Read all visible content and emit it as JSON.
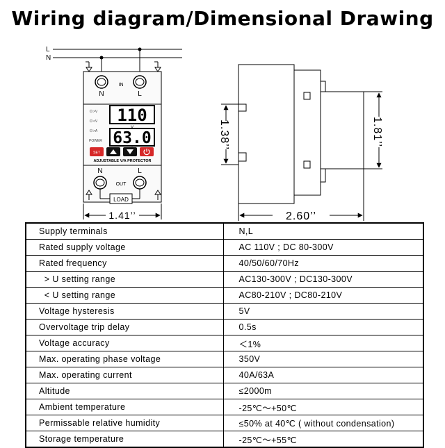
{
  "title": "Wiring diagram/Dimensional Drawing",
  "wiring": {
    "line_labels": [
      "L",
      "N"
    ],
    "in_terminals": [
      "N",
      "L"
    ],
    "in_label": "IN",
    "display_voltage": "110",
    "voltage_unit": "V",
    "display_current": "63.0",
    "current_unit": "A",
    "indicators": [
      ">V",
      "<V",
      ">A",
      "POWER"
    ],
    "set_button": "SET",
    "product_label": "ADJUSTABLE V/A PROTECTOR",
    "out_terminals": [
      "N",
      "L"
    ],
    "out_label": "OUT",
    "load_label": "LOAD",
    "width_label": "1.41’’"
  },
  "dimensions": {
    "height_small": "1.38’’",
    "height_large": "1.81’’",
    "depth": "2.60’’"
  },
  "specs": [
    {
      "label": "Supply terminals",
      "value": "N,L"
    },
    {
      "label": "Rated supply voltage",
      "value": "AC 110V ; DC  80-300V"
    },
    {
      "label": "Rated frequency",
      "value": "40/50/60/70Hz"
    },
    {
      "label": "  > U setting range",
      "value": "AC130-300V ; DC130-300V"
    },
    {
      "label": "  < U setting range",
      "value": "AC80-210V ; DC80-210V"
    },
    {
      "label": "Voltage hysteresis",
      "value": "5V"
    },
    {
      "label": "Overvoltage trip delay",
      "value": "0.5s"
    },
    {
      "label": "Voltage accuracy",
      "value": "＜1%"
    },
    {
      "label": "Max. operating phase voltage",
      "value": "350V"
    },
    {
      "label": "Max. operating current",
      "value": "40A/63A"
    },
    {
      "label": "Altitude",
      "value": "≤2000m"
    },
    {
      "label": "Ambient temperature",
      "value": "-25℃～+50℃"
    },
    {
      "label": "Permissable relative humidity",
      "value": "≤50% at 40℃ ( without condensation)"
    },
    {
      "label": "Storage temperature",
      "value": "-25℃～+55℃"
    }
  ]
}
